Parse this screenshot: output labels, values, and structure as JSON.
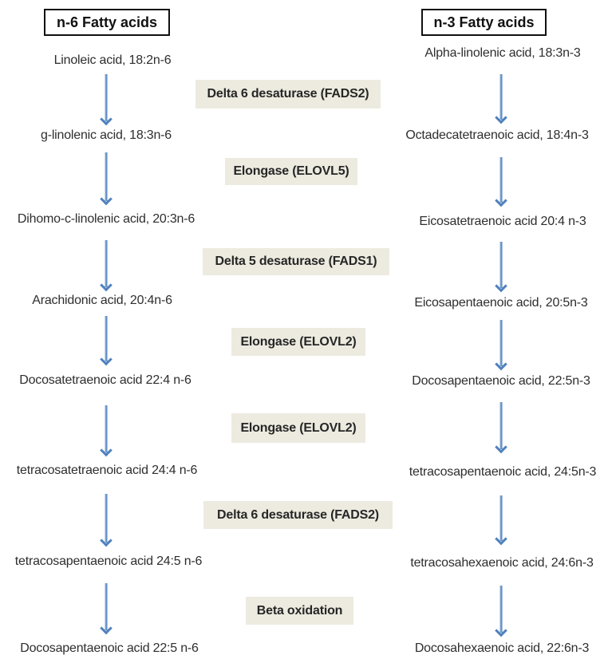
{
  "columns": {
    "n6": {
      "header": "n-6 Fatty acids",
      "compounds": [
        "Linoleic acid, 18:2n-6",
        "g-linolenic acid, 18:3n-6",
        "Dihomo-c-linolenic acid, 20:3n-6",
        "Arachidonic acid, 20:4n-6",
        "Docosatetraenoic acid 22:4 n-6",
        "tetracosatetraenoic acid 24:4 n-6",
        "tetracosapentaenoic acid 24:5 n-6",
        "Docosapentaenoic acid 22:5 n-6"
      ]
    },
    "n3": {
      "header": "n-3 Fatty acids",
      "compounds": [
        "Alpha-linolenic acid, 18:3n-3",
        "Octadecatetraenoic acid, 18:4n-3",
        "Eicosatetraenoic acid 20:4 n-3",
        "Eicosapentaenoic acid, 20:5n-3",
        "Docosapentaenoic acid, 22:5n-3",
        "tetracosapentaenoic acid, 24:5n-3",
        "tetracosahexaenoic acid, 24:6n-3",
        "Docosahexaenoic acid, 22:6n-3"
      ]
    }
  },
  "enzymes": [
    "Delta 6 desaturase (FADS2)",
    "Elongase (ELOVL5)",
    "Delta 5 desaturase (FADS1)",
    "Elongase (ELOVL2)",
    "Elongase (ELOVL2)",
    "Delta 6 desaturase (FADS2)",
    "Beta oxidation"
  ],
  "colors": {
    "background": "#ffffff",
    "text": "#2e2e2e",
    "arrow": "#4f81bd",
    "enzyme_box_bg": "#edebe0",
    "header_border": "#111111"
  }
}
